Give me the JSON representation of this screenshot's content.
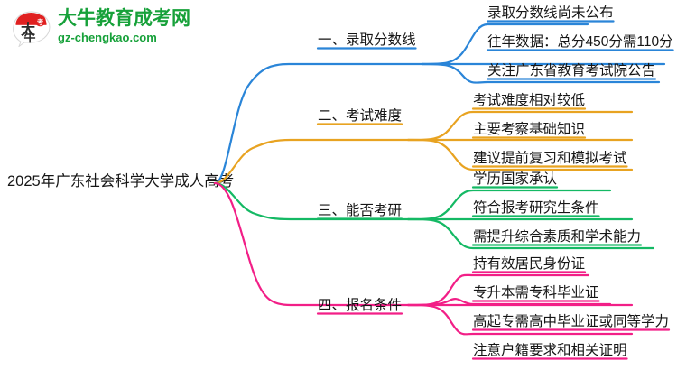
{
  "logo": {
    "mark_text": "大牛",
    "title": "大牛教育成考网",
    "domain": "gz-chengkao.com",
    "brand_color": "#17a13a",
    "mark_color": "#e02020"
  },
  "mindmap": {
    "root": {
      "label": "2025年广东社会科学大学成人高考"
    },
    "branches": [
      {
        "label": "一、录取分数线",
        "color": "#2a85d8",
        "children": [
          {
            "label": "录取分数线尚未公布"
          },
          {
            "label": "往年数据：总分450分需110分"
          },
          {
            "label": "关注广东省教育考试院公告"
          }
        ]
      },
      {
        "label": "二、考试难度",
        "color": "#e8a321",
        "children": [
          {
            "label": "考试难度相对较低"
          },
          {
            "label": "主要考察基础知识"
          },
          {
            "label": "建议提前复习和模拟考试"
          }
        ]
      },
      {
        "label": "三、能否考研",
        "color": "#14b964",
        "children": [
          {
            "label": "学历国家承认"
          },
          {
            "label": "符合报考研究生条件"
          },
          {
            "label": "需提升综合素质和学术能力"
          }
        ]
      },
      {
        "label": "四、报名条件",
        "color": "#f21f87",
        "children": [
          {
            "label": "持有效居民身份证"
          },
          {
            "label": "专升本需专科毕业证"
          },
          {
            "label": "高起专需高中毕业证或同等学力"
          },
          {
            "label": "注意户籍要求和相关证明"
          }
        ]
      }
    ]
  }
}
